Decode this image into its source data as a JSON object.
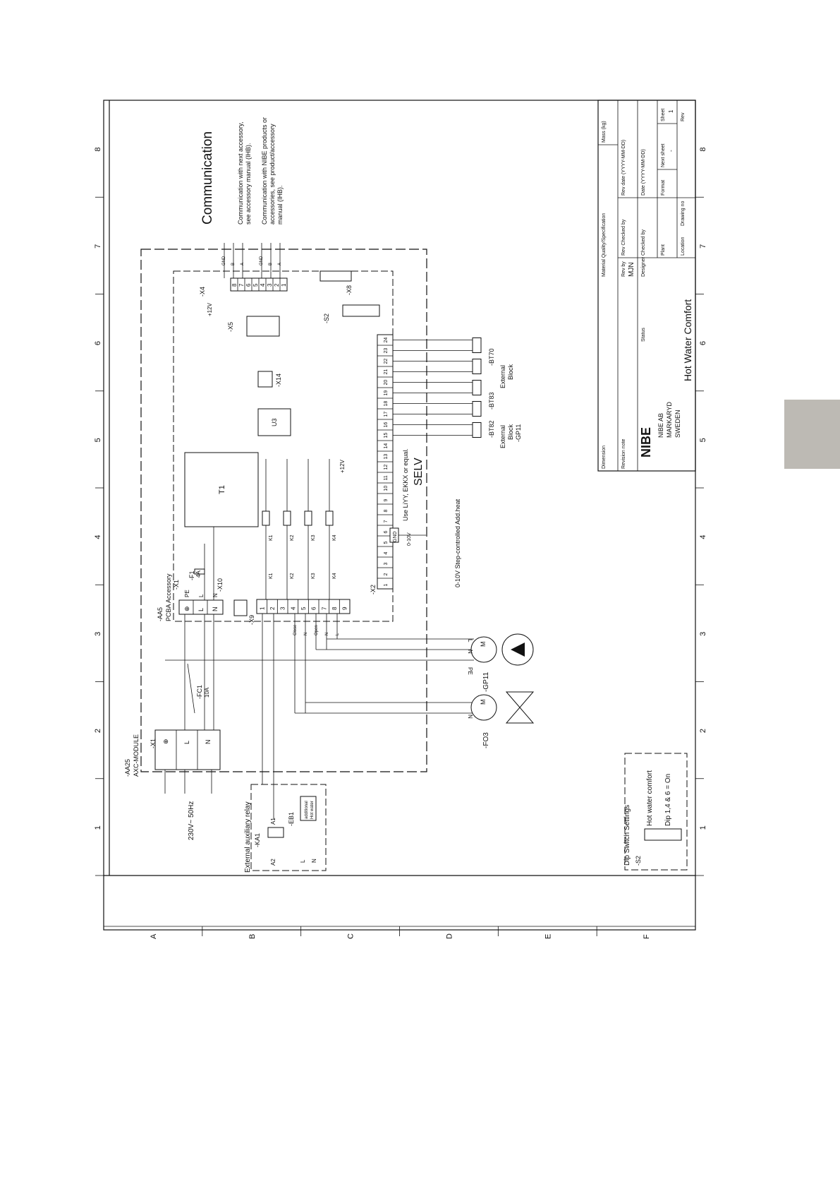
{
  "grid": {
    "columns": [
      "1",
      "2",
      "3",
      "4",
      "5",
      "6",
      "7",
      "8"
    ],
    "rows": [
      "A",
      "B",
      "C",
      "D",
      "E",
      "F"
    ]
  },
  "headings": {
    "communication": "Communication",
    "comm_note_1a": "Communication with next accessory,",
    "comm_note_1b": "see accessory manual (IHB).",
    "comm_note_2a": "Communication with NIBE products or",
    "comm_note_2b": "accessories, see product/accessory",
    "comm_note_2c": "manual (IHB)."
  },
  "modules": {
    "aa25": "-AA25",
    "axc_module": "AXC-MODULE",
    "aa5": "-AA5",
    "pcba": "PCBA Accessory",
    "supply": "230V~ 50Hz",
    "x1": "-X1",
    "x1b": "-X1",
    "x2": "-X2",
    "x4": "-X4",
    "x5": "-X5",
    "x8": "-X8",
    "x9": "-X9",
    "x10": "-X10",
    "x14": "-X14",
    "s2": "-S2",
    "f1": "-F1",
    "f1_rating": "4A",
    "fc1": "-FC1",
    "fc1_rating": "10A",
    "t1": "T1",
    "u3": "U3",
    "plus12v": "+12V",
    "plus12v_b": "+12V"
  },
  "terminals": {
    "x1_labels": [
      "PE",
      "L",
      "N"
    ],
    "x1_symbols": [
      "⊕",
      "L",
      "N"
    ],
    "x9": [
      "1",
      "2",
      "3",
      "4",
      "5",
      "6",
      "7",
      "8",
      "9"
    ],
    "x9_wires": [
      "Close",
      "N",
      "Open",
      "N",
      "L"
    ],
    "x2": [
      "1",
      "2",
      "3",
      "4",
      "5",
      "6",
      "7",
      "8",
      "9",
      "10",
      "11",
      "12",
      "13",
      "14",
      "15",
      "16",
      "17",
      "18",
      "19",
      "20",
      "21",
      "22",
      "23",
      "24"
    ],
    "x4": [
      "8",
      "7",
      "6",
      "5",
      "4",
      "3",
      "2",
      "1"
    ],
    "x4_wires": [
      "GND",
      "B",
      "A",
      "GND",
      "B",
      "A"
    ],
    "relays": [
      "K1",
      "K2",
      "K3",
      "K4"
    ],
    "x10": [
      "N",
      "L"
    ]
  },
  "components": {
    "gp11": "-GP11",
    "qm_fo3": "-FO3",
    "m": "M",
    "bt70": "-BT70",
    "bt82": "-BT82",
    "bt83": "-BT83",
    "ext_block_1": "External",
    "ext_block_2": "Block",
    "ext_block_3": "-GP11",
    "gnd": "GND",
    "v010": "0-10V",
    "step_note": "0-10V Step-controlled Add.heat",
    "cable_note": "Use LiYY, EKKX or equal.",
    "selv": "SELV",
    "pe": "PE",
    "l": "L",
    "n": "N"
  },
  "external_relay": {
    "title": "External auxiliary relay",
    "ka1": "-KA1",
    "eb1": "-EB1",
    "eb1_note_1": "additional",
    "eb1_note_2": "Hot water",
    "a1": "A1",
    "a2": "A2",
    "l": "L",
    "n": "N"
  },
  "dip": {
    "title": "Dip Switch Settings",
    "s2": "-S2",
    "mode": "Hot water comfort",
    "setting": "Dip 1,4 & 6 = On"
  },
  "title_block": {
    "dimension": "Dimension",
    "material": "Material Quality/Specification",
    "mass": "Mass (kg)",
    "revision_note": "Revision note",
    "rev_by": "Rev by",
    "rev_by_value": "MJN",
    "rev_checked": "Rev Checked by",
    "rev_date": "Rev date (YYYY-MM-DD)",
    "designer": "Designer",
    "checked_by": "Checked by",
    "date": "Date (YYYY-MM-DD)",
    "status": "Status",
    "plant": "Plant",
    "format": "Format",
    "next_sheet": "Next sheet",
    "next_sheet_value": "-",
    "sheet": "Sheet",
    "sheet_value": "1",
    "location": "Location",
    "drawing_no": "Drawing no",
    "rev": "Rev",
    "company": "NIBE AB",
    "city": "MARKARYD",
    "country": "SWEDEN",
    "brand": "NIBE",
    "title": "Hot Water Comfort"
  }
}
